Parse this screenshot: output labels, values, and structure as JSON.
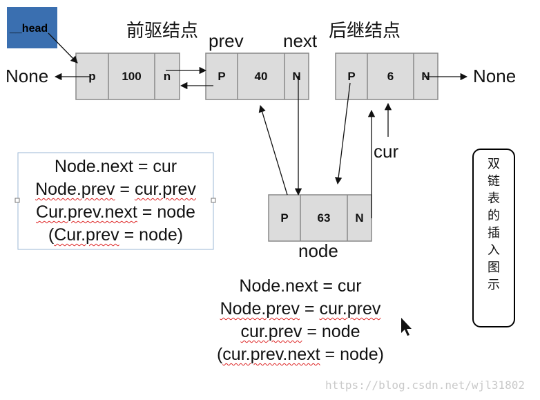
{
  "head_label": "__head",
  "none_left": "None",
  "none_right": "None",
  "predecessor_title": "前驱结点",
  "successor_title": "后继结点",
  "prev_label": "prev",
  "next_label": "next",
  "cur_label": "cur",
  "node_label": "node",
  "nodes": {
    "a": {
      "prev": "p",
      "value": "100",
      "next": "n"
    },
    "b": {
      "prev": "P",
      "value": "40",
      "next": "N"
    },
    "c": {
      "prev": "P",
      "value": "6",
      "next": "N"
    },
    "d": {
      "prev": "P",
      "value": "63",
      "next": "N"
    }
  },
  "code_box": {
    "line1": "Node.next = cur",
    "line2_a": "Node.prev",
    "line2_b": " = ",
    "line2_c": "cur.prev",
    "line3_a": "Cur.prev.next",
    "line3_b": " = node",
    "line4_a": "(",
    "line4_b": "Cur.prev",
    "line4_c": " = node)"
  },
  "code_bottom": {
    "line1": "Node.next = cur",
    "line2_a": "Node.prev",
    "line2_b": " = ",
    "line2_c": "cur.prev",
    "line3_a": "cur.prev",
    "line3_b": " = node",
    "line4_a": "(",
    "line4_b": "cur.prev.next",
    "line4_c": " = node)"
  },
  "side_title": [
    "双",
    "链",
    "表",
    "的",
    "插",
    "入",
    "图",
    "示"
  ],
  "watermark": "https://blog.csdn.net/wjl31802",
  "colors": {
    "node_fill": "#dcdcdc",
    "head_fill": "#3a6fb0",
    "squiggle": "#d22222"
  }
}
